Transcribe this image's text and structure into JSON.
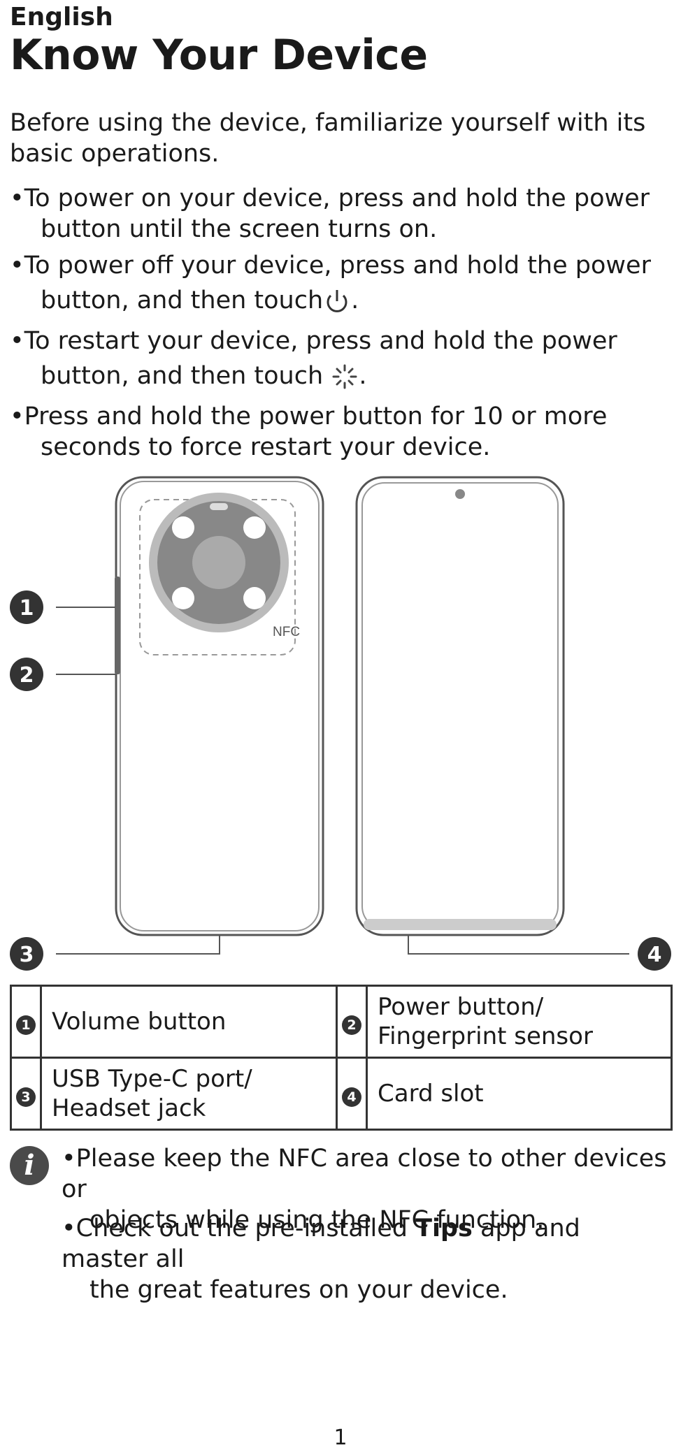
{
  "header": {
    "language": "English",
    "title": "Know Your Device"
  },
  "intro": "Before using the device, familiarize yourself with its basic operations.",
  "bullets": [
    {
      "line1": "•To power on your device, press and hold the power",
      "line2": "button until the screen turns on."
    },
    {
      "line1": "•To power off your device, press and hold the power",
      "line2": "button, and then touch",
      "icon": "power-icon",
      "suffix": "."
    },
    {
      "line1": "•To restart your device, press and hold the power",
      "line2": "button, and then touch",
      "icon": "restart-icon",
      "suffix": "."
    },
    {
      "line1": "•Press and hold the power button for 10 or more",
      "line2": "seconds to force restart your device."
    }
  ],
  "diagram": {
    "nfc_label": "NFC",
    "callouts": [
      "1",
      "2",
      "3",
      "4"
    ]
  },
  "parts": [
    {
      "num": "1",
      "label": "Volume button"
    },
    {
      "num": "2",
      "label": "Power button/\nFingerprint sensor"
    },
    {
      "num": "3",
      "label": "USB Type-C port/\nHeadset jack"
    },
    {
      "num": "4",
      "label": "Card slot"
    }
  ],
  "notes": {
    "icon": "info-icon",
    "icon_glyph": "i",
    "items": [
      {
        "line1": "•Please keep the NFC area close to other devices or",
        "line2": "objects while using the NFC function."
      },
      {
        "line1_pre": "•Check out the pre-installed ",
        "line1_bold": "Tips",
        "line1_post": " app and master all",
        "line2": "the great features on your device."
      }
    ]
  },
  "page_number": "1"
}
